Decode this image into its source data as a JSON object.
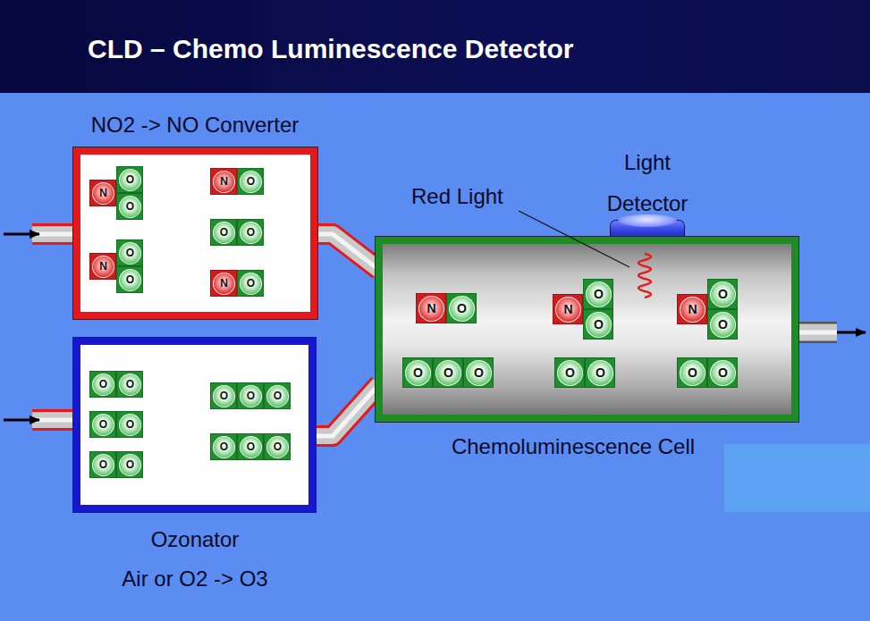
{
  "diagram": {
    "title": "CLD – Chemo Luminescence Detector",
    "nodes": [
      {
        "text": [
          "NO2 -> NO Converter"
        ]
      },
      {
        "text": [
          "N",
          "O",
          "O"
        ],
        "in": 0
      },
      {
        "text": [
          "N",
          "O",
          "O"
        ],
        "in": 0
      },
      {
        "text": [
          "N",
          "O"
        ],
        "in": 0
      },
      {
        "text": [
          "O",
          "O"
        ],
        "in": 0
      },
      {
        "text": [
          "N",
          "O"
        ],
        "in": 0
      },
      {
        "text": [
          "Ozonator",
          "Air or O2 -> O3"
        ]
      },
      {
        "text": [
          "O",
          "O"
        ],
        "in": 6
      },
      {
        "text": [
          "O",
          "O"
        ],
        "in": 6
      },
      {
        "text": [
          "O",
          "O"
        ],
        "in": 6
      },
      {
        "text": [
          "O",
          "O",
          "O"
        ],
        "in": 6
      },
      {
        "text": [
          "O",
          "O",
          "O"
        ],
        "in": 6
      },
      {
        "text": [
          "Light Detector"
        ]
      },
      {
        "text": [
          "Chemoluminescence Cell"
        ]
      },
      {
        "text": [
          "N",
          "O"
        ],
        "in": 13
      },
      {
        "text": [
          "O",
          "O",
          "O"
        ],
        "in": 13
      },
      {
        "text": [
          "N",
          "O",
          "O"
        ],
        "in": 13
      },
      {
        "text": [
          "O",
          "O"
        ],
        "in": 13
      },
      {
        "text": [
          "N",
          "O",
          "O"
        ],
        "in": 13
      },
      {
        "text": [
          "O",
          "O"
        ],
        "in": 13
      }
    ],
    "edges": [
      {
        "from": 1,
        "to": 3,
        "arrow": "to"
      },
      {
        "from": 1,
        "to": 4,
        "arrow": "to"
      },
      {
        "from": 2,
        "to": 4,
        "arrow": "to"
      },
      {
        "from": 2,
        "to": 5,
        "arrow": "to"
      },
      {
        "from": 7,
        "to": 10,
        "arrow": "to"
      },
      {
        "from": 8,
        "to": 10,
        "arrow": "to"
      },
      {
        "from": 8,
        "to": 11,
        "arrow": "to"
      },
      {
        "from": 9,
        "to": 11,
        "arrow": "to"
      },
      {
        "from": 0,
        "to": 13,
        "arrow": "none"
      },
      {
        "from": 6,
        "to": 13,
        "arrow": "none"
      },
      {
        "from": 14,
        "to": 16,
        "arrow": "to"
      },
      {
        "from": 15,
        "to": 16,
        "arrow": "to"
      },
      {
        "from": 15,
        "to": 17,
        "arrow": "to"
      },
      {
        "from": 16,
        "to": 18,
        "arrow": "to"
      },
      {
        "from": 17,
        "to": 19,
        "arrow": "to"
      }
    ],
    "labels": [
      "Red Light"
    ]
  }
}
